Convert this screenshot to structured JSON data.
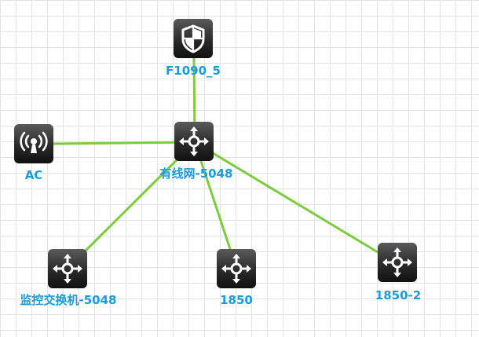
{
  "colors": {
    "link": "#7ccc3d",
    "label": "#1a9be0",
    "device_dark": "#1b1b1b",
    "device_light": "#5a5a5a",
    "glyph": "#ffffff"
  },
  "nodes": [
    {
      "id": "f1090",
      "label": "F1090_5",
      "icon": "firewall-shield-icon"
    },
    {
      "id": "core",
      "label": "有线网-5048",
      "icon": "switch-icon"
    },
    {
      "id": "ac",
      "label": "AC",
      "icon": "wireless-controller-icon"
    },
    {
      "id": "monitor",
      "label": "监控交换机-5048",
      "icon": "switch-icon"
    },
    {
      "id": "s1850",
      "label": "1850",
      "icon": "switch-icon"
    },
    {
      "id": "s1850b",
      "label": "1850-2",
      "icon": "switch-icon"
    }
  ],
  "links": [
    {
      "from": "core",
      "to": "f1090"
    },
    {
      "from": "core",
      "to": "ac"
    },
    {
      "from": "core",
      "to": "monitor"
    },
    {
      "from": "core",
      "to": "s1850"
    },
    {
      "from": "core",
      "to": "s1850b"
    }
  ]
}
